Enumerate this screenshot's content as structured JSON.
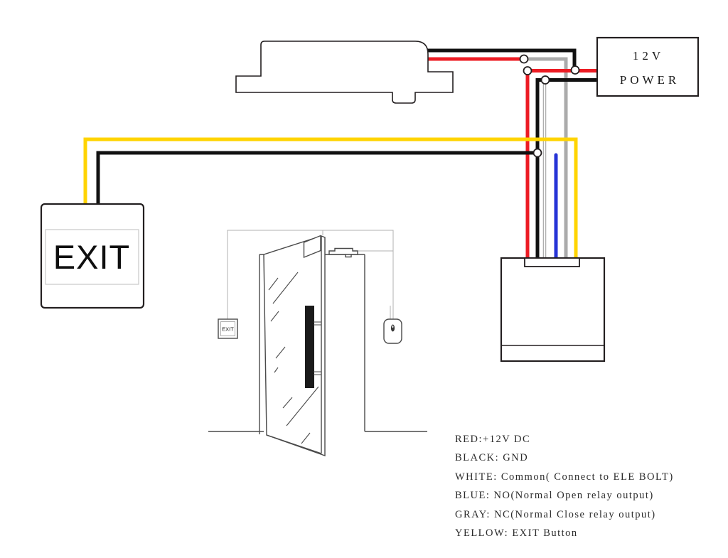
{
  "power_supply": {
    "line1": "12V",
    "line2": "POWER"
  },
  "exit_button": {
    "label": "EXIT"
  },
  "door_exit_sign": {
    "label": "EXIT"
  },
  "legend": {
    "items": [
      "RED:+12V DC",
      "BLACK: GND",
      "WHITE: Common( Connect to ELE BOLT)",
      "BLUE: NO(Normal Open relay output)",
      "GRAY: NC(Normal Close relay output)",
      "YELLOW: EXIT Button"
    ]
  },
  "colors": {
    "red": "#EC1C24",
    "black": "#111111",
    "gray": "#ABABAB",
    "yellow": "#FFD400",
    "blue": "#2633D6",
    "white_wire_core": "#FFFFFF",
    "white_wire_outline": "#8C8C8C"
  }
}
